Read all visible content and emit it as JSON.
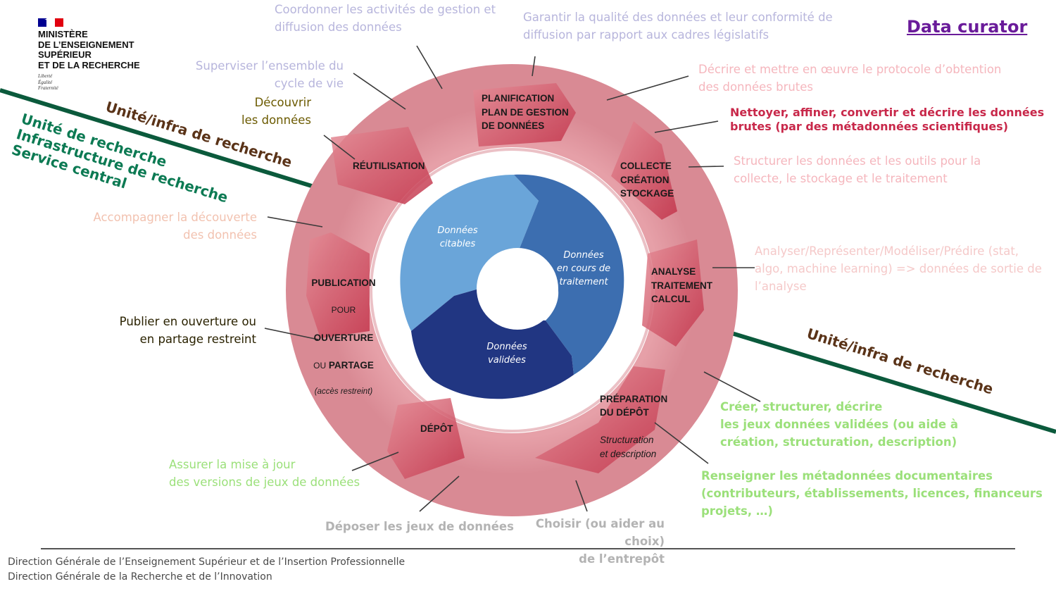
{
  "header": {
    "ministry": [
      "MINISTÈRE",
      "DE L’ENSEIGNEMENT",
      "SUPÉRIEUR",
      "ET DE LA RECHERCHE"
    ],
    "motto": [
      "Liberté",
      "Égalité",
      "Fraternité"
    ],
    "title": "Data curator",
    "title_color": "#6a1b9a"
  },
  "stages": {
    "planification": "PLANIFICATION\nPLAN DE GESTION\nDE DONNÉES",
    "collecte": "COLLECTE\nCRÉATION\nSTOCKAGE",
    "analyse": "ANALYSE\nTRAITEMENT\nCALCUL",
    "preparation_title": "PRÉPARATION\nDU DÉPÔT",
    "preparation_sub": "Structuration\net description",
    "depot": "DÉPÔT",
    "publication_1": "PUBLICATION",
    "publication_2": "POUR",
    "publication_3": "OUVERTURE",
    "publication_4": "OU",
    "publication_5": "PARTAGE",
    "publication_6": "(accès restreint)",
    "reutilisation": "RÉUTILISATION"
  },
  "inner": {
    "citables": "Données\ncitables",
    "traitement": "Données\nen cours de\ntraitement",
    "validees": "Données\nvalidées"
  },
  "tasks": {
    "coordonner": "Coordonner les activités de gestion et\ndiffusion des données",
    "garantir": "Garantir la qualité des données et leur conformité de\ndiffusion par rapport aux cadres législatifs",
    "superviser": "Superviser l’ensemble du\ncycle de vie",
    "decouvrir": "Découvrir\nles données",
    "decrire_protocole": "Décrire et mettre en œuvre le protocole d’obtention\ndes données brutes",
    "nettoyer": "Nettoyer, affiner, convertir et décrire les données\nbrutes (par des métadonnées scientifiques)",
    "structurer": "Structurer les données et les outils pour la\ncollecte, le stockage et le traitement",
    "accompagner": "Accompagner la découverte\ndes données",
    "analyser": "Analyser/Représenter/Modéliser/Prédire (stat,\nalgo, machine learning) => données de sortie de\nl’analyse",
    "publier": "Publier en ouverture ou\nen partage restreint",
    "creer": "Créer, structurer, décrire\nles jeux données validées (ou aide à\ncréation, structuration, description)",
    "renseigner": "Renseigner les métadonnées documentaires\n(contributeurs, établissements, licences, financeurs\nprojets, …)",
    "assurer": "Assurer la mise à jour\ndes versions de jeux de données",
    "deposer": "Déposer les jeux de données",
    "choisir": "Choisir (ou aider au choix)\nde l’entrepôt"
  },
  "zones": {
    "top_left_brown": "Unité/infra  de recherche",
    "top_left_green": "Unité de recherche\nInfrastructure de recherche\nService central",
    "bottom_right_brown": "Unité/infra  de recherche"
  },
  "footer": {
    "line1": "Direction Générale de l’Enseignement Supérieur et de l’Insertion Professionnelle",
    "line2": "Direction Générale de la Recherche et de l’Innovation"
  },
  "colors": {
    "ring": "#e0969e",
    "arrow": "#c8424f",
    "dark_green": "#0b5a3c",
    "green_text": "#0c7a53",
    "brown_text": "#5a3318",
    "light_purple": "#b7b5dc",
    "pink_light": "#f5b6bd",
    "crimson": "#c8284a",
    "peach": "#f2c2b0",
    "lime": "#9be07a",
    "gray": "#b3b3b3",
    "olive": "#6b5a00",
    "blue_light": "#6aa5d9",
    "blue_mid": "#3c6eb0",
    "blue_dark": "#213682"
  }
}
